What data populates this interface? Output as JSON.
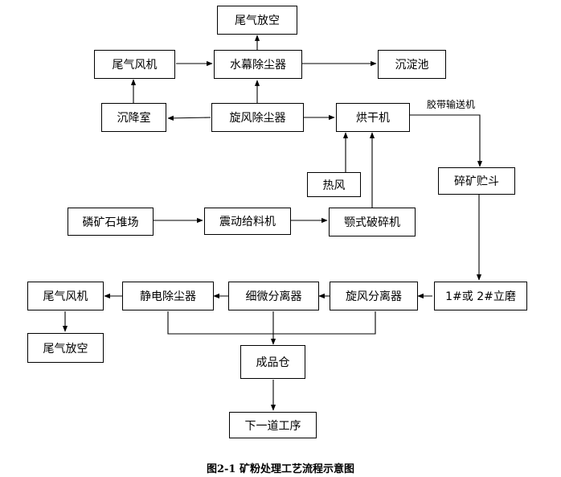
{
  "nodes": {
    "tail_gas_vent_top": "尾气放空",
    "tail_fan_top": "尾气风机",
    "water_curtain": "水幕除尘器",
    "settling_pond": "沉淀池",
    "settling_chamber": "沉降室",
    "cyclone_dust_top": "旋风除尘器",
    "dryer": "烘干机",
    "hot_air": "热风",
    "crushed_hopper": "碎矿贮斗",
    "ore_yard": "磷矿石堆场",
    "vibrating_feeder": "震动给料机",
    "jaw_crusher": "颚式破碎机",
    "vertical_mill": "1#或 2#立磨",
    "cyclone_separator": "旋风分离器",
    "fine_separator": "细微分离器",
    "electrostatic": "静电除尘器",
    "tail_fan_bottom": "尾气风机",
    "tail_gas_vent_bottom": "尾气放空",
    "product_silo": "成品仓",
    "next_process": "下一道工序"
  },
  "labels": {
    "conveyor": "胶带输送机"
  },
  "caption": "图2-1 矿粉处理工艺流程示意图"
}
